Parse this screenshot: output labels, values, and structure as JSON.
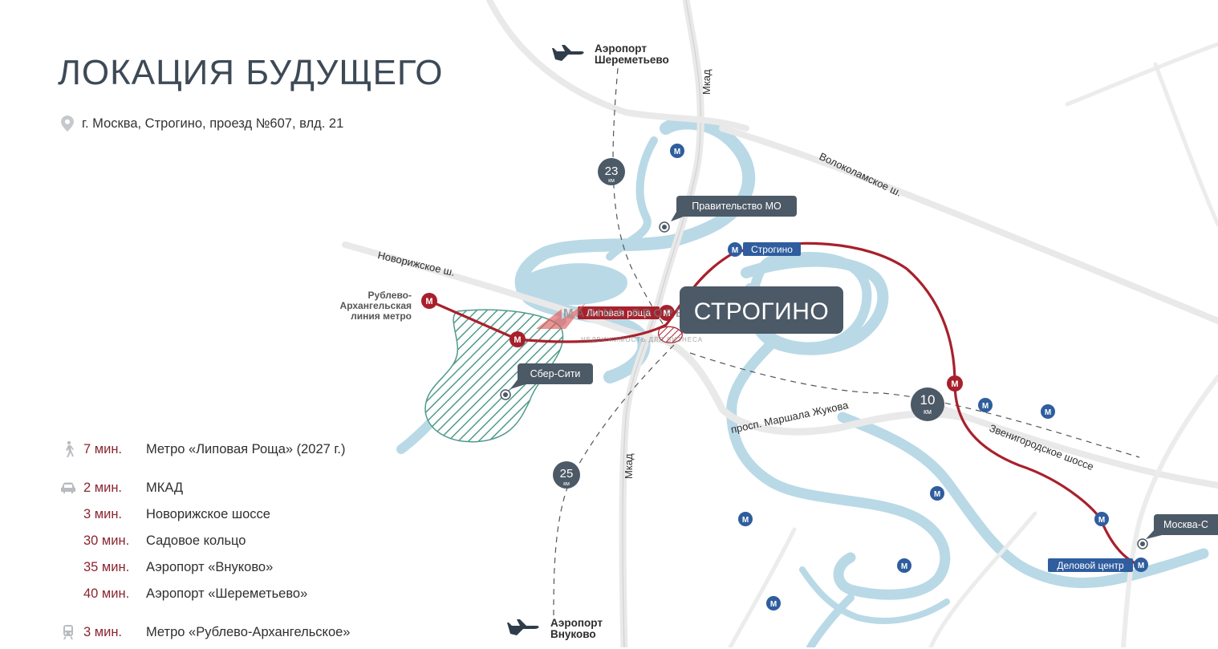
{
  "header": {
    "title": "ЛОКАЦИЯ БУДУЩЕГО",
    "address": "г. Москва, Строгино, проезд №607, влд. 21"
  },
  "legend": {
    "walk": [
      {
        "time": "7 мин.",
        "label": "Метро «Липовая Роща» (2027 г.)"
      }
    ],
    "car": [
      {
        "time": "2 мин.",
        "label": "МКАД"
      },
      {
        "time": "3 мин.",
        "label": "Новорижское шоссе"
      },
      {
        "time": "30 мин.",
        "label": "Садовое кольцо"
      },
      {
        "time": "35 мин.",
        "label": "Аэропорт «Внуково»"
      },
      {
        "time": "40 мин.",
        "label": "Аэропорт «Шереметьево»"
      }
    ],
    "train": [
      {
        "time": "3 мин.",
        "label": "Метро «Рублево-Архангельское»"
      }
    ]
  },
  "map": {
    "airport_sheremetyevo": [
      "Аэропорт",
      "Шереметьево"
    ],
    "airport_vnukovo": [
      "Аэропорт",
      "Внуково"
    ],
    "road_mkad": "Мкад",
    "road_volokolamskoe": "Волоколамское ш.",
    "road_novorizhskoe": "Новорижское ш.",
    "road_marshala_zhukova": "просп. Маршала Жукова",
    "road_zvenigorodskoe": "Звенигородское шоссе",
    "line_rublevo": [
      "Рублево-",
      "Архангельская",
      "линия метро"
    ],
    "district_label": "СТРОГИНО",
    "station_strogino": "Строгино",
    "station_lipovaya": "Липовая роща",
    "station_delovoy": "Деловой центр",
    "poi_government": "Правительство МО",
    "poi_sber": "Сбер-Сити",
    "poi_moscow_city": "Москва-С",
    "distance_23": "23",
    "distance_10": "10",
    "distance_25": "25",
    "distance_unit": "км",
    "metro_glyph": "М",
    "watermark_brand": "MAXIMA PROPERTY",
    "watermark_tagline": "НЕДВИЖИМОСТЬ ДЛЯ БИЗНЕСА"
  },
  "colors": {
    "water": "#b9d9e6",
    "metro_red": "#a8202c",
    "metro_blue": "#2f5d9e",
    "badge": "#4c5966",
    "zone_green": "#4f9b8b"
  }
}
